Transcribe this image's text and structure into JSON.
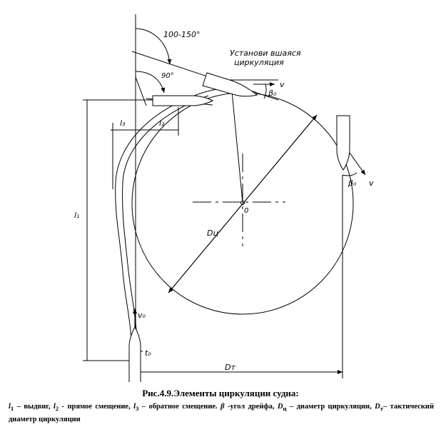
{
  "diagram": {
    "labels": {
      "angle_range": "100-150°",
      "angle_90": "90°",
      "steady_turning_1": "Установи вшаяся",
      "steady_turning_2": "циркуляция",
      "v_top": "v",
      "beta_top": "β₀",
      "l3": "l₃",
      "l2": "l₂",
      "l1": "l₁",
      "center": "0",
      "diameter": "Dц",
      "beta_right": "β₀",
      "v_right": "v",
      "v0": "v₀",
      "t0": "t₀",
      "tactical": "Dт"
    }
  },
  "caption": "Рис.4.9.Элементы циркуляции судна:",
  "legend": {
    "l1": "l",
    "l1_sub": "1",
    "l1_text": " – выдвиг, ",
    "l2": "l",
    "l2_sub": "2",
    "l2_text": " - прямое смещение, ",
    "l3": "l",
    "l3_sub": "3",
    "l3_text": " – обратное смещение. ",
    "beta": "β",
    "beta_text": " -угол дрейфа, ",
    "dc": "D",
    "dc_sub": "ц",
    "dc_text": " – диаметр циркуляции, ",
    "dt": "D",
    "dt_sub": "т",
    "dt_text": "– тактический диаметр циркуляции"
  }
}
